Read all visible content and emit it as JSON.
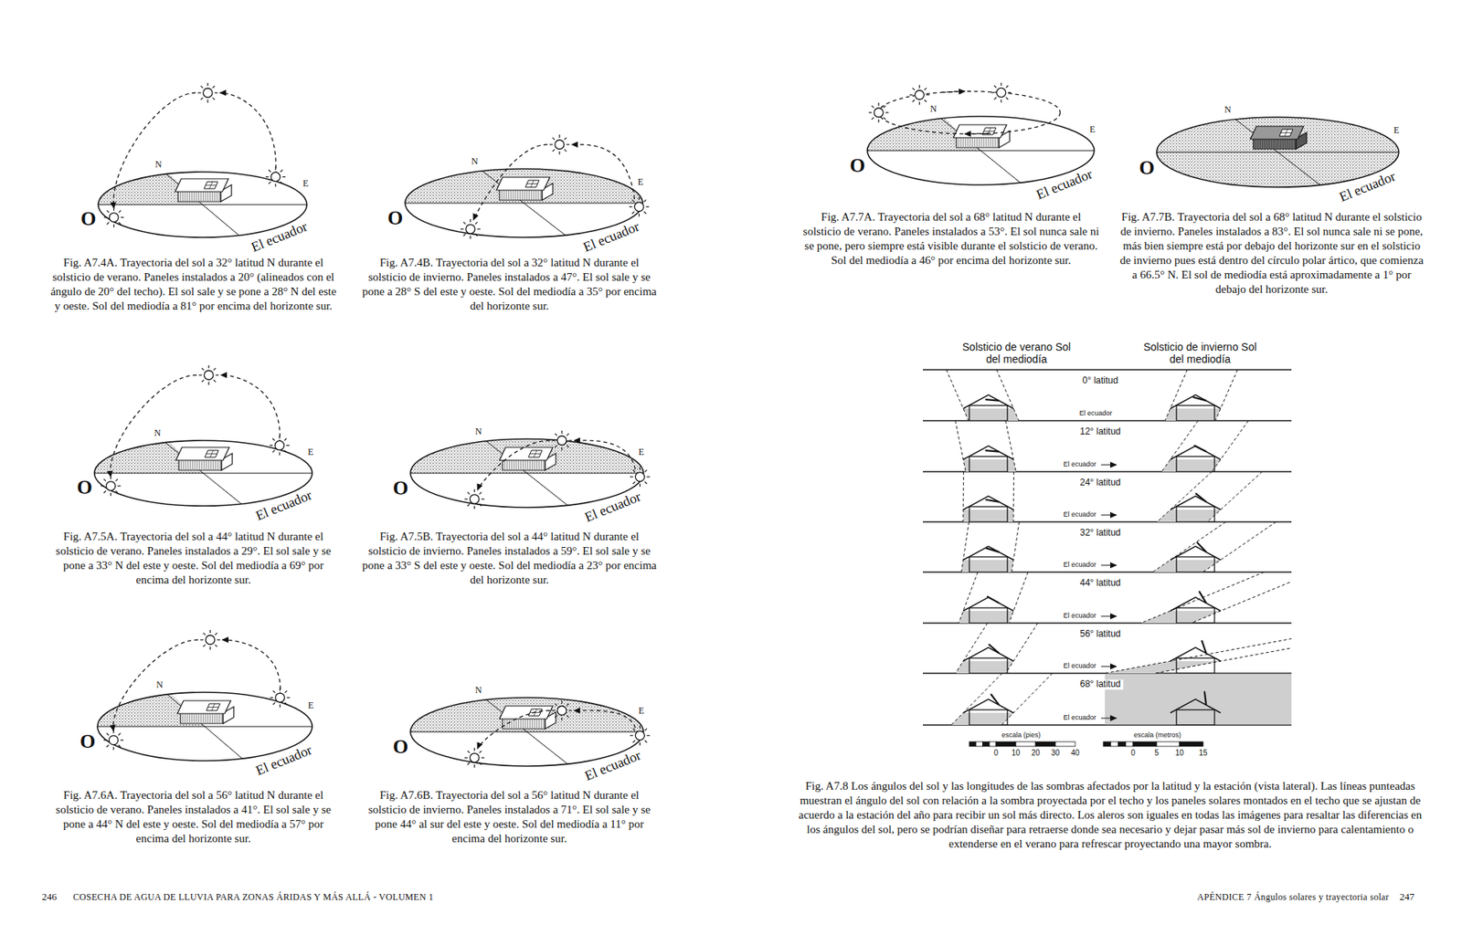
{
  "diagram": {
    "labels": [
      "N",
      "E",
      "O",
      "El ecuador",
      "Fig. A7.4A. Trayectoria del sol a 32° latitud N durante el solsticio de verano. Paneles instalados a 20° (alineados con el ángulo de 20° del techo). El sol sale y se pone a 28° N del este y oeste. Sol del mediodía a 81° por encima del horizonte sur.",
      "N",
      "E",
      "O",
      "El ecuador",
      "Fig. A7.4B. Trayectoria del sol a 32° latitud N durante el solsticio de invierno. Paneles instalados a 47°. El sol sale y se pone a 28° S del este y oeste. Sol del mediodía a 35° por encima del horizonte sur.",
      "N",
      "E",
      "O",
      "El ecuador",
      "Fig. A7.5A. Trayectoria del sol a 44° latitud N durante el solsticio de verano. Paneles instalados a 29°. El sol sale y se pone a 33° N del este y oeste. Sol del mediodía a 69° por encima del horizonte sur.",
      "N",
      "E",
      "O",
      "El ecuador",
      "Fig. A7.5B. Trayectoria del sol a 44° latitud N durante el solsticio de invierno. Paneles instalados a 59°. El sol sale y se pone a 33° S del este y oeste. Sol del mediodía a 23° por encima del horizonte sur.",
      "N",
      "E",
      "O",
      "El ecuador",
      "Fig. A7.6A. Trayectoria del sol a 56° latitud N durante el solsticio de verano. Paneles instalados a 41°. El sol sale y se pone a 44° N del este y oeste. Sol del mediodía a 57° por encima del horizonte sur.",
      "N",
      "E",
      "O",
      "El ecuador",
      "Fig. A7.6B. Trayectoria del sol a 56° latitud N durante el solsticio de invierno. Paneles instalados a 71°. El sol sale y se pone 44° al sur del este y oeste. Sol del mediodía a 11° por encima del horizonte sur.",
      "N",
      "E",
      "O",
      "El ecuador",
      "Fig. A7.7A. Trayectoria del sol a 68° latitud N durante el solsticio de verano. Paneles instalados a 53°. El sol nunca sale ni se pone, pero siempre está visible durante el solsticio de verano. Sol del mediodía a 46° por encima del horizonte sur.",
      "N",
      "E",
      "O",
      "El ecuador",
      "Fig. A7.7B. Trayectoria del sol a 68° latitud N durante el solsticio de invierno. Paneles instalados a 83°. El sol nunca sale ni se pone, más bien siempre está por debajo del horizonte sur en el solsticio de invierno pues está dentro del círculo polar ártico, que comienza a 66.5° N. El sol de mediodía está aproximadamente a 1° por debajo del horizonte sur.",
      "Solsticio de verano Sol del mediodía",
      "Solsticio de invierno Sol del mediodía",
      "0° latitud",
      "El ecuador",
      "12° latitud",
      "El ecuador",
      "24° latitud",
      "El ecuador",
      "32° latitud",
      "El ecuador",
      "44° latitud",
      "El ecuador",
      "56° latitud",
      "El ecuador",
      "68° latitud",
      "El ecuador",
      "escala (pies)",
      "0",
      "10",
      "20",
      "30",
      "40",
      "escala (metros)",
      "0",
      "5",
      "10",
      "15",
      "Fig. A7.8 Los ángulos del sol y las longitudes de las sombras afectados por la latitud y la estación (vista lateral). Las líneas punteadas muestran el ángulo del sol con relación a la sombra proyectada por el techo y los paneles solares montados en el techo que se ajustan de acuerdo a la estación del año para recibir un sol más directo. Los aleros son iguales en todas las imágenes para resaltar las diferencias en los ángulos del sol, pero se podrían diseñar para retraerse donde sea necesario y dejar pasar más sol de invierno para calentamiento o extenderse en el verano para refrescar proyectando una mayor sombra.",
      "246",
      "COSECHA DE AGUA DE LLUVIA PARA ZONAS ÁRIDAS Y MÁS ALLÁ - VOLUMEN 1",
      "APÉNDICE 7 Ángulos solares y trayectoria solar",
      "247"
    ]
  }
}
